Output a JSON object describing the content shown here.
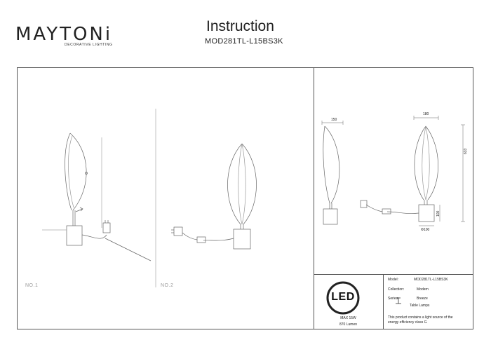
{
  "header": {
    "brand": "MAYTONi",
    "brand_tagline": "DECORATIVE LIGHTING",
    "title": "Instruction",
    "model_code": "MOD281TL-L15BS3K"
  },
  "steps": {
    "step1_label": "NO.1",
    "step2_label": "NO.2"
  },
  "dimensions": {
    "side_width": "150",
    "front_width": "180",
    "height": "633",
    "base_height": "100",
    "base_diameter": "Φ100"
  },
  "led_badge": {
    "text": "LED",
    "max_power": "MAX 15W",
    "lumen": "870 Lumen"
  },
  "info": {
    "model_label": "Model:",
    "model_value": "MOD281TL-L15BS3K",
    "collection_label": "Collection:",
    "collection_value": "Modern",
    "series_label": "Series:",
    "series_value": "Breeze",
    "category": "Table Lamps",
    "energy_note_line1": "This product contains a light source of the",
    "energy_note_line2": "energy efficiency class G"
  }
}
